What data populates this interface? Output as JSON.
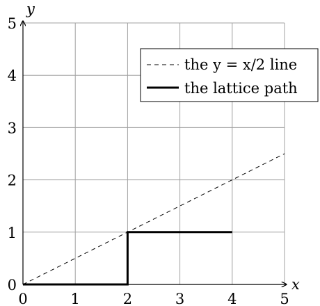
{
  "chart_data": {
    "type": "line",
    "xlabel": "x",
    "ylabel": "y",
    "xlim": [
      0,
      5
    ],
    "ylim": [
      0,
      5
    ],
    "xticks": [
      "0",
      "1",
      "2",
      "3",
      "4",
      "5"
    ],
    "yticks": [
      "0",
      "1",
      "2",
      "3",
      "4",
      "5"
    ],
    "grid": true,
    "legend": "top-right",
    "series": [
      {
        "name": "the y = x/2 line",
        "style": "dashed",
        "color": "#000000",
        "points": [
          [
            0,
            0
          ],
          [
            5,
            2.5
          ]
        ]
      },
      {
        "name": "the lattice path",
        "style": "solid-thick",
        "color": "#000000",
        "points": [
          [
            0,
            0
          ],
          [
            2,
            0
          ],
          [
            2,
            1
          ],
          [
            4,
            1
          ]
        ]
      }
    ]
  }
}
